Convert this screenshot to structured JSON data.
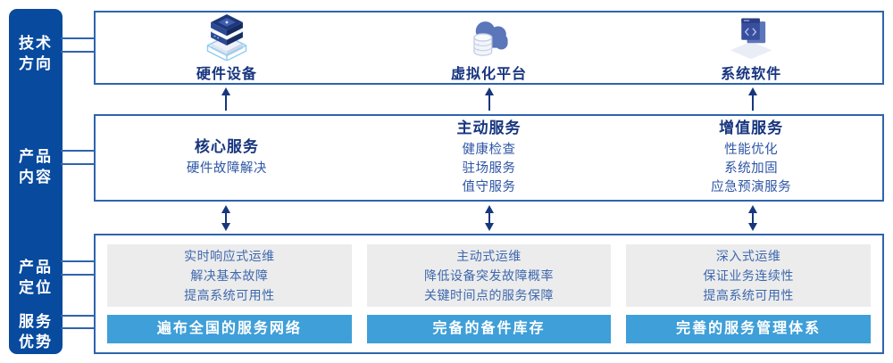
{
  "colors": {
    "sidebar_bg": "#084a9e",
    "box_border": "#2e64ae",
    "heading_text": "#17357f",
    "item_text": "#2d55a5",
    "gray_box_bg": "#ececec",
    "gray_box_text": "#3e68ae",
    "bar_bg": "#3f9fd8",
    "bar_text": "#ffffff",
    "arrow": "#16377e"
  },
  "sidebar": {
    "items": [
      {
        "line1": "技术",
        "line2": "方向"
      },
      {
        "line1": "产品",
        "line2": "内容"
      },
      {
        "line1": "产品",
        "line2": "定位"
      },
      {
        "line1": "服务",
        "line2": "优势"
      }
    ]
  },
  "tech_row": {
    "items": [
      {
        "icon": "server-stack-icon",
        "label": "硬件设备"
      },
      {
        "icon": "cloud-database-icon",
        "label": "虚拟化平台"
      },
      {
        "icon": "code-window-icon",
        "label": "系统软件"
      }
    ]
  },
  "content_row": {
    "columns": [
      {
        "heading": "核心服务",
        "items": [
          "硬件故障解决"
        ]
      },
      {
        "heading": "主动服务",
        "items": [
          "健康检查",
          "驻场服务",
          "值守服务"
        ]
      },
      {
        "heading": "增值服务",
        "items": [
          "性能优化",
          "系统加固",
          "应急预演服务"
        ]
      }
    ]
  },
  "position_row": {
    "columns": [
      {
        "lines": [
          "实时响应式运维",
          "解决基本故障",
          "提高系统可用性"
        ],
        "bar": "遍布全国的服务网络"
      },
      {
        "lines": [
          "主动式运维",
          "降低设备突发故障概率",
          "关键时间点的服务保障"
        ],
        "bar": "完备的备件库存"
      },
      {
        "lines": [
          "深入式运维",
          "保证业务连续性",
          "提高系统可用性"
        ],
        "bar": "完善的服务管理体系"
      }
    ]
  }
}
